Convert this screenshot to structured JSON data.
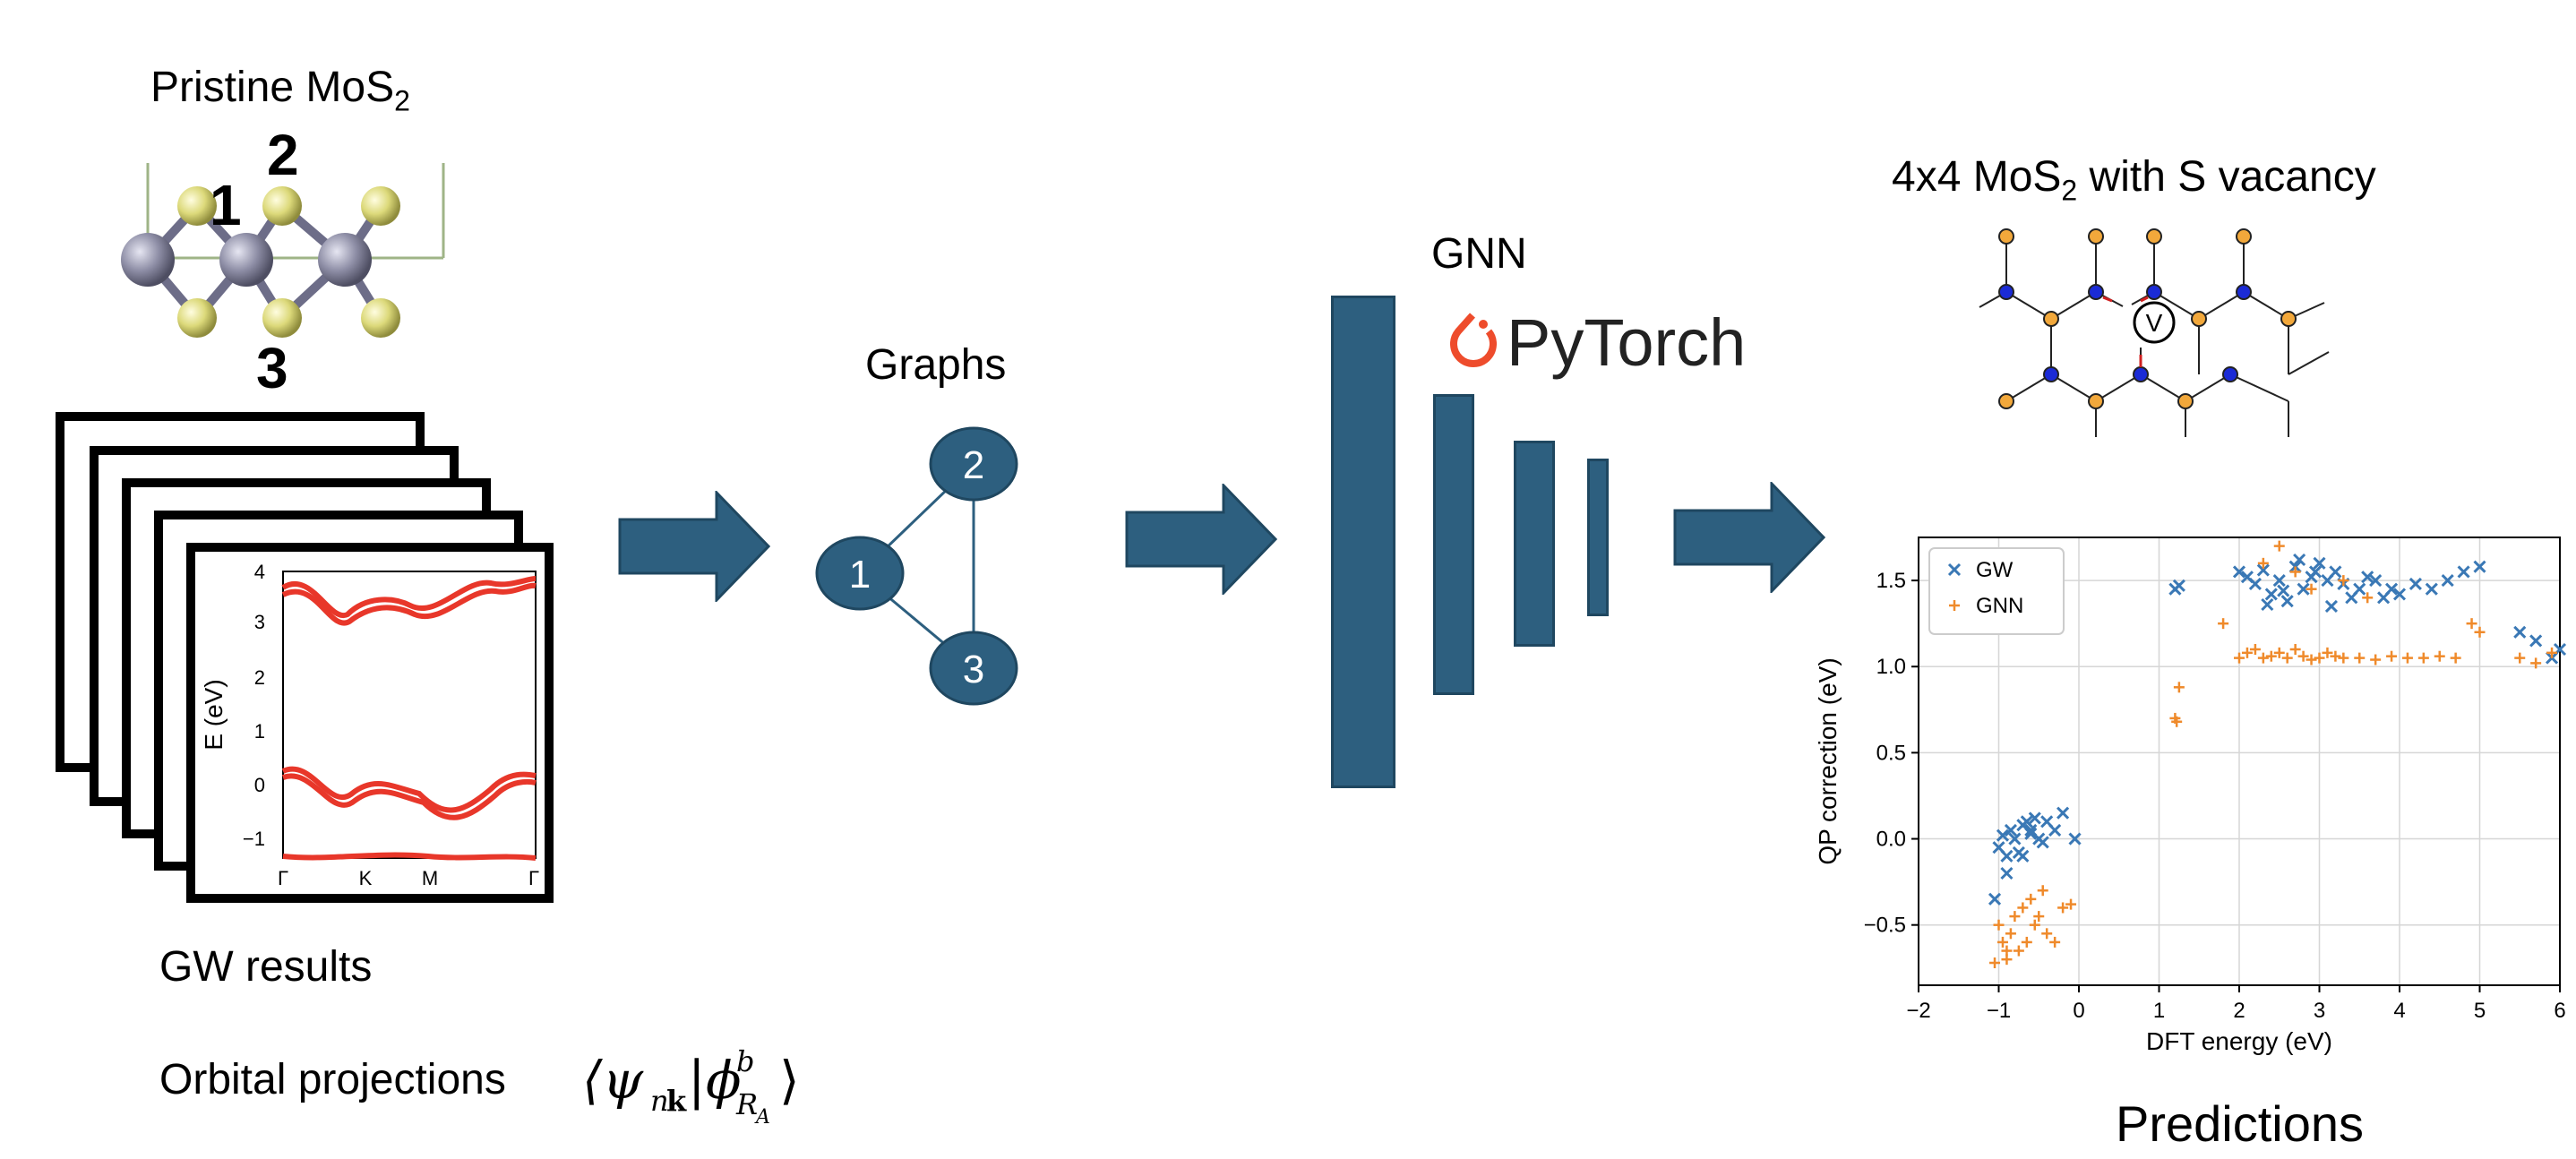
{
  "left": {
    "pristine_title": "Pristine MoS",
    "pristine_sub": "2",
    "atom_labels": [
      "1",
      "2",
      "3"
    ],
    "gw_results": "GW results",
    "orbital_projections": "Orbital projections",
    "band_axis": {
      "ylabel": "E (eV)",
      "yticks": [
        "4",
        "3",
        "2",
        "1",
        "0",
        "−1"
      ],
      "xticks": [
        "Γ",
        "K",
        "M",
        "Γ"
      ]
    }
  },
  "graphs": {
    "title": "Graphs",
    "nodes": [
      "1",
      "2",
      "3"
    ]
  },
  "gnn": {
    "title": "GNN",
    "framework": "PyTorch"
  },
  "defect": {
    "title_pre": "4x4 MoS",
    "title_sub": "2",
    "title_post": " with S vacancy",
    "vacancy_label": "V"
  },
  "colors": {
    "block": "#2d5f7f",
    "gw": "#3a78b5",
    "gnn": "#ef8a2b",
    "band": "#e8372a",
    "pytorch": "#ee4c2c",
    "mo": "#8e8ea6",
    "s": "#dcd97a"
  },
  "predictions_title": "Predictions",
  "chart_data": {
    "type": "scatter",
    "xlabel": "DFT energy (eV)",
    "ylabel": "QP correction (eV)",
    "xlim": [
      -2,
      6
    ],
    "ylim": [
      -0.85,
      1.75
    ],
    "xticks": [
      -2,
      -1,
      0,
      1,
      2,
      3,
      4,
      5,
      6
    ],
    "yticks": [
      -0.5,
      0.0,
      0.5,
      1.0,
      1.5
    ],
    "xtick_labels": [
      "−2",
      "−1",
      "0",
      "1",
      "2",
      "3",
      "4",
      "5",
      "6"
    ],
    "ytick_labels": [
      "−0.5",
      "0.0",
      "0.5",
      "1.0",
      "1.5"
    ],
    "grid": true,
    "legend_position": "top-left",
    "series": [
      {
        "name": "GW",
        "marker": "x",
        "x": [
          -1.0,
          -0.95,
          -0.9,
          -0.85,
          -0.8,
          -0.75,
          -0.7,
          -0.65,
          -0.6,
          -0.55,
          -0.5,
          -0.45,
          -0.4,
          -0.3,
          -0.2,
          -0.05,
          -1.05,
          -0.9,
          -0.7,
          -0.6,
          1.2,
          1.25,
          2.0,
          2.1,
          2.2,
          2.3,
          2.4,
          2.5,
          2.6,
          2.7,
          2.8,
          2.9,
          3.0,
          3.1,
          3.2,
          3.3,
          3.4,
          3.5,
          3.6,
          3.7,
          3.8,
          3.9,
          4.0,
          4.2,
          4.4,
          4.6,
          4.8,
          5.0,
          5.5,
          5.7,
          5.9,
          6.0,
          2.35,
          2.55,
          2.75,
          2.95,
          3.15
        ],
        "y": [
          -0.05,
          0.02,
          -0.1,
          0.05,
          0.0,
          -0.08,
          0.08,
          0.1,
          0.03,
          0.12,
          0.0,
          -0.02,
          0.1,
          0.05,
          0.15,
          0.0,
          -0.35,
          -0.2,
          -0.1,
          0.05,
          1.45,
          1.47,
          1.55,
          1.52,
          1.48,
          1.56,
          1.42,
          1.5,
          1.38,
          1.58,
          1.45,
          1.52,
          1.6,
          1.5,
          1.55,
          1.48,
          1.4,
          1.45,
          1.52,
          1.5,
          1.4,
          1.45,
          1.42,
          1.48,
          1.45,
          1.5,
          1.55,
          1.58,
          1.2,
          1.15,
          1.05,
          1.1,
          1.36,
          1.44,
          1.62,
          1.55,
          1.35
        ]
      },
      {
        "name": "GNN",
        "marker": "+",
        "x": [
          -1.0,
          -0.95,
          -0.9,
          -0.85,
          -0.8,
          -0.75,
          -0.7,
          -0.65,
          -0.6,
          -0.55,
          -0.5,
          -0.45,
          -0.4,
          -0.3,
          -0.2,
          -0.1,
          -1.05,
          -0.9,
          1.2,
          1.22,
          1.25,
          2.0,
          2.1,
          2.2,
          2.3,
          2.4,
          2.5,
          2.6,
          2.7,
          2.8,
          2.9,
          3.0,
          3.1,
          3.2,
          3.3,
          3.5,
          3.7,
          3.9,
          4.1,
          4.3,
          4.5,
          4.7,
          4.9,
          5.0,
          5.5,
          5.7,
          5.9,
          2.3,
          2.5,
          2.7,
          2.9,
          3.3,
          3.6,
          1.8
        ],
        "y": [
          -0.5,
          -0.6,
          -0.7,
          -0.55,
          -0.45,
          -0.65,
          -0.4,
          -0.6,
          -0.35,
          -0.5,
          -0.45,
          -0.3,
          -0.55,
          -0.6,
          -0.4,
          -0.38,
          -0.72,
          -0.65,
          0.7,
          0.68,
          0.88,
          1.05,
          1.08,
          1.1,
          1.05,
          1.06,
          1.08,
          1.05,
          1.1,
          1.06,
          1.04,
          1.05,
          1.08,
          1.06,
          1.05,
          1.05,
          1.04,
          1.06,
          1.05,
          1.05,
          1.06,
          1.05,
          1.25,
          1.2,
          1.05,
          1.02,
          1.08,
          1.6,
          1.7,
          1.55,
          1.45,
          1.5,
          1.4,
          1.25
        ]
      }
    ]
  }
}
